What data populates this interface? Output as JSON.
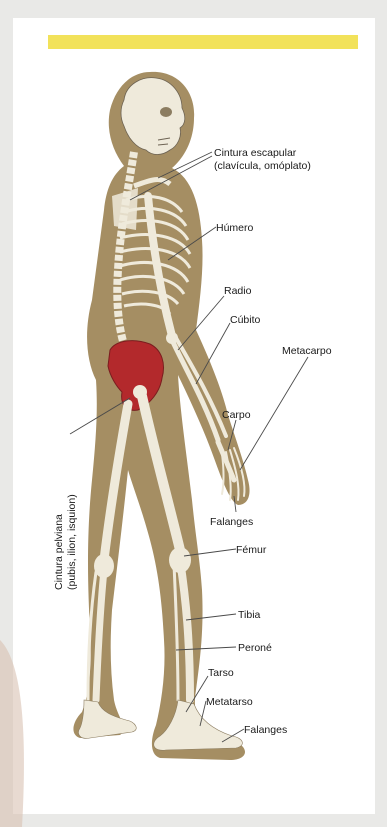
{
  "labels": {
    "cintura_escapular_1": "Cintura escapular",
    "cintura_escapular_2": "(clavícula, omóplato)",
    "humero": "Húmero",
    "radio": "Radio",
    "cubito": "Cúbito",
    "metacarpo": "Metacarpo",
    "carpo": "Carpo",
    "falanges_mano": "Falanges",
    "femur": "Fémur",
    "tibia": "Tibia",
    "perone": "Peroné",
    "tarso": "Tarso",
    "metatarso": "Metatarso",
    "falanges_pie": "Falanges",
    "cintura_pelviana_1": "Cintura pelviana",
    "cintura_pelviana_2": "(pubis, ilion, isquion)"
  },
  "colors": {
    "banner": "#f2e25a",
    "silhouette": "#a58e63",
    "bone": "#efeadb",
    "pelvis": "#b3292c",
    "leader": "#4a4a4a"
  }
}
